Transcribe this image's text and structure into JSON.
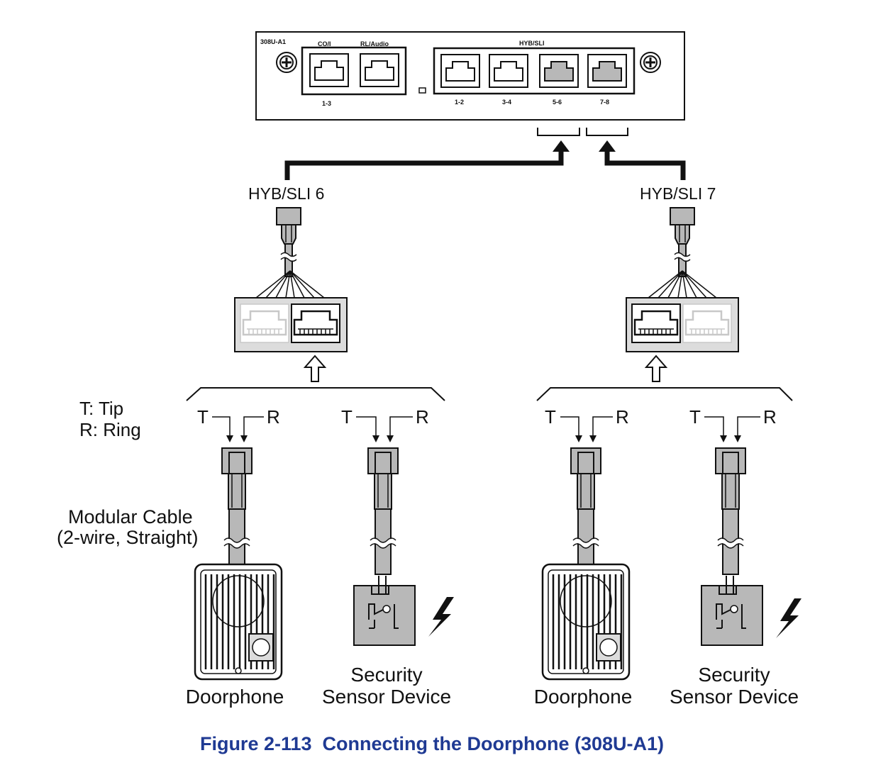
{
  "unit": {
    "model": "308U-A1",
    "port_groups": [
      "CO/I",
      "RL/Audio",
      "HYB/SLI"
    ],
    "port_numbers": [
      "1-3",
      "1-2",
      "3-4",
      "5-6",
      "7-8"
    ]
  },
  "lines": {
    "left": "HYB/SLI 6",
    "right": "HYB/SLI 7"
  },
  "legend": {
    "tip": "T: Tip",
    "ring": "R: Ring"
  },
  "wire_labels": {
    "t": "T",
    "r": "R"
  },
  "cable_label": {
    "line1": "Modular Cable",
    "line2": "(2-wire, Straight)"
  },
  "devices": {
    "doorphone": "Doorphone",
    "sensor_line1": "Security",
    "sensor_line2": "Sensor Device"
  },
  "caption": {
    "text": "Figure 2-113  Connecting the Doorphone (308U-A1)",
    "color": "#1f3a93"
  },
  "colors": {
    "line": "#111111",
    "gray_fill": "#b8b8b8",
    "light_fill": "#dcdcdc",
    "dim_jack": "#c8c8c8"
  },
  "icons": [
    "screw-icon",
    "rj-jack-icon",
    "lightning-icon",
    "hollow-arrow-up-icon",
    "modular-plug-icon"
  ]
}
